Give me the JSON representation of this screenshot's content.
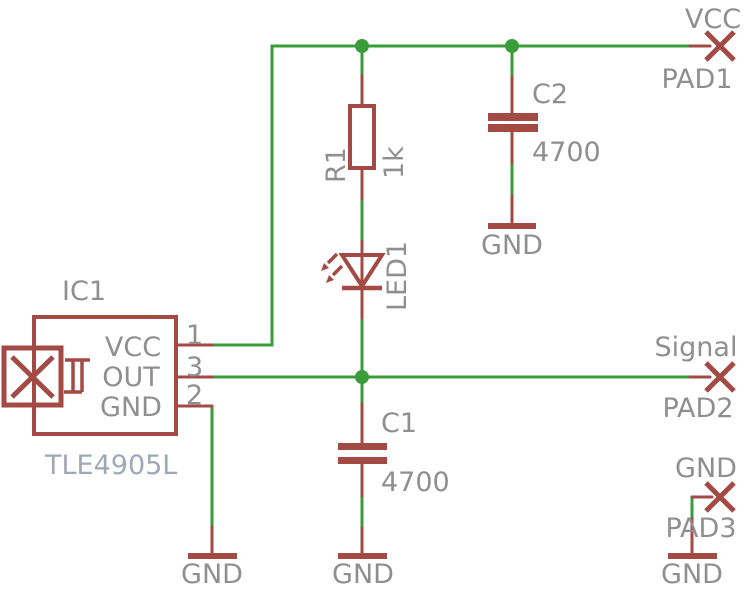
{
  "colors": {
    "background": "#ffffff",
    "net_green": "#3a9c3a",
    "symbol_red": "#a34a45",
    "label_gray": "#8f8f8f",
    "value_gray_blue": "#9fa8b4"
  },
  "components": {
    "ic1": {
      "ref": "IC1",
      "value": "TLE4905L",
      "pins": [
        {
          "number": "1",
          "name": "VCC"
        },
        {
          "number": "3",
          "name": "OUT"
        },
        {
          "number": "2",
          "name": "GND"
        }
      ]
    },
    "r1": {
      "ref": "R1",
      "value": "1k"
    },
    "led1": {
      "ref": "LED1"
    },
    "c1": {
      "ref": "C1",
      "value": "4700"
    },
    "c2": {
      "ref": "C2",
      "value": "4700"
    }
  },
  "pads": [
    {
      "ref": "PAD1",
      "net": "VCC"
    },
    {
      "ref": "PAD2",
      "net": "Signal"
    },
    {
      "ref": "PAD3",
      "net": "GND"
    }
  ],
  "ground_labels": [
    "GND",
    "GND",
    "GND",
    "GND"
  ]
}
